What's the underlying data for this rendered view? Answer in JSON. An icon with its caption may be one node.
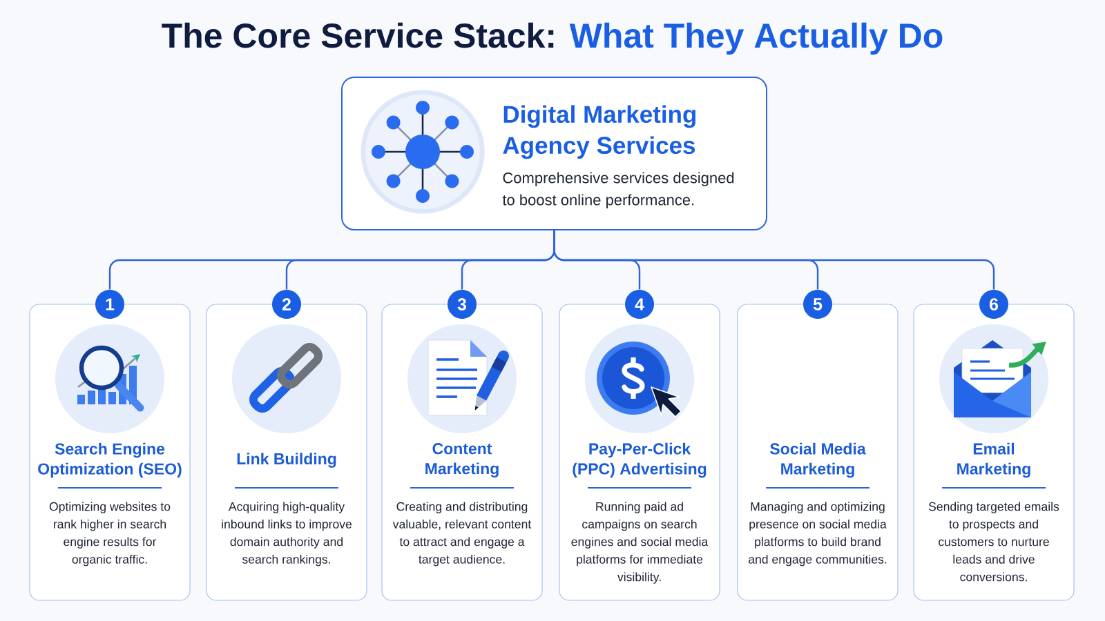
{
  "diagram": {
    "title": "The Core Service Stack: **What They Actually Do**",
    "nodes": [
      {
        "text": [
          "Digital Marketing Agency Services",
          "Comprehensive services designed to boost online performance."
        ]
      },
      {
        "text": [
          "1"
        ]
      },
      {
        "text": [
          "Search Engine Optimization (SEO)",
          "Optimizing websites to rank higher in search engine results for organic traffic."
        ]
      },
      {
        "text": [
          "2"
        ]
      },
      {
        "text": [
          "Link Building",
          "Acquiring high-quality inbound links to improve domain authority and search rankings."
        ]
      },
      {
        "text": [
          "3"
        ]
      },
      {
        "text": [
          "Content Marketing",
          "Creating and distributing valuable, relevant content to attract and engage a target audience."
        ]
      },
      {
        "text": [
          "4"
        ]
      },
      {
        "text": [
          "Pay-Per-Click (PPC) Advertising",
          "Running paid ad campaigns on search engines and social media platforms for immediate visibility."
        ]
      },
      {
        "text": [
          "5"
        ]
      },
      {
        "text": [
          "Social Media Marketing",
          "Managing and optimizing presence on social media platforms to build brand and engage communities."
        ]
      },
      {
        "text": [
          "6"
        ]
      },
      {
        "text": [
          "Email Marketing",
          "Sending targeted emails to prospects and customers to nurture leads and drive conversions."
        ]
      }
    ],
    "edges": [
      {
        "from": 0,
        "to": 1,
        "arrow": "none"
      },
      {
        "from": 0,
        "to": 3,
        "arrow": "none"
      },
      {
        "from": 0,
        "to": 5,
        "arrow": "none"
      },
      {
        "from": 0,
        "to": 7,
        "arrow": "none"
      },
      {
        "from": 0,
        "to": 9,
        "arrow": "none"
      },
      {
        "from": 0,
        "to": 11,
        "arrow": "none"
      }
    ]
  }
}
